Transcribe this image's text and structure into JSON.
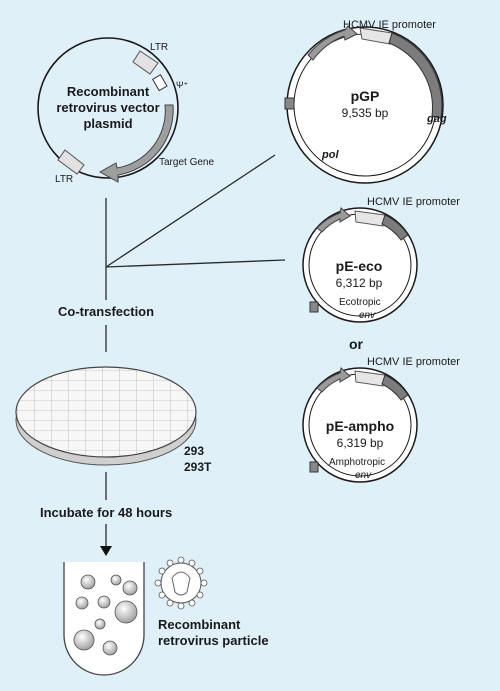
{
  "retro_plasmid": {
    "title_line1": "Recombinant",
    "title_line2": "retrovirus vector",
    "title_line3": "plasmid",
    "ltr_top": "LTR",
    "ltr_bottom": "LTR",
    "psi": "Ψ⁺",
    "target_gene": "Target Gene"
  },
  "pgp": {
    "promoter": "HCMV IE promoter",
    "name": "pGP",
    "size": "9,535 bp",
    "gag": "gag",
    "pol": "pol"
  },
  "peco": {
    "promoter": "HCMV IE promoter",
    "name": "pE-eco",
    "size": "6,312 bp",
    "label1": "Ecotropic",
    "label2": "env"
  },
  "or_text": "or",
  "pampho": {
    "promoter": "HCMV IE promoter",
    "name": "pE-ampho",
    "size": "6,319 bp",
    "label1": "Amphotropic",
    "label2": "env"
  },
  "co_transfection": "Co-transfection",
  "cells": {
    "line1": "293",
    "line2": "293T"
  },
  "incubate": "Incubate for 48 hours",
  "particle": {
    "line1": "Recombinant",
    "line2": "retrovirus particle"
  },
  "colors": {
    "background": "#dff0f9",
    "dark_segment": "#8c8c8c",
    "light_segment": "#c8c8c8"
  }
}
